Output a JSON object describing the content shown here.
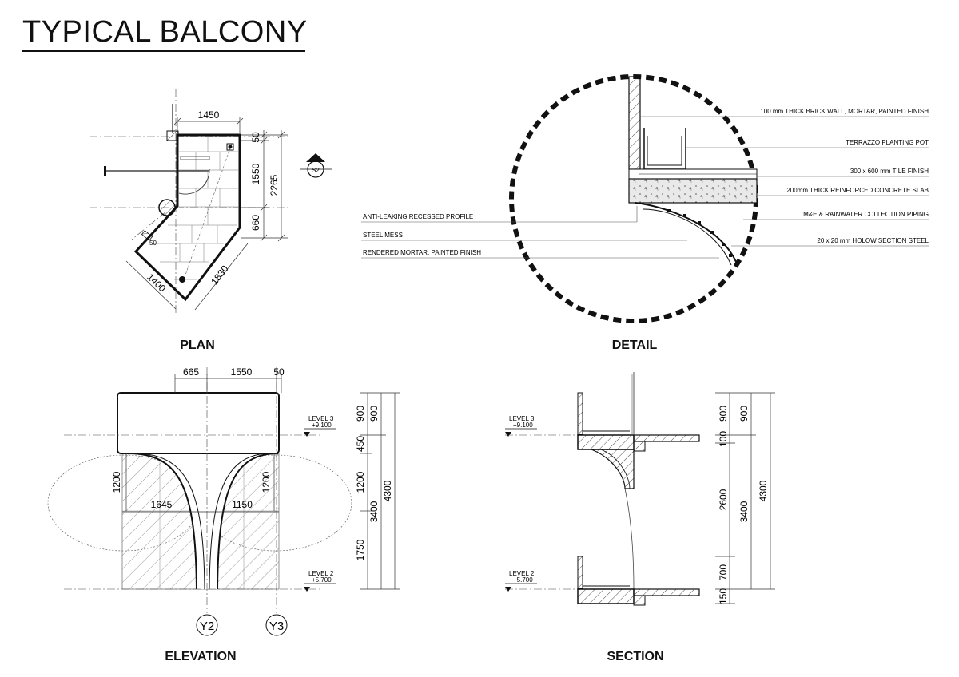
{
  "sheet": {
    "title": "TYPICAL BALCONY"
  },
  "views": {
    "plan": "PLAN",
    "detail": "DETAIL",
    "elevation": "ELEVATION",
    "section": "SECTION"
  },
  "plan": {
    "dims": {
      "top": "1450",
      "r1": "50",
      "r2": "1550",
      "r3": "660",
      "total": "2265",
      "d50": "50",
      "diag1": "1400",
      "diag2": "1830"
    },
    "section_marker": "S2"
  },
  "detail": {
    "notes_right": [
      "100 mm THICK BRICK WALL, MORTAR, PAINTED FINISH",
      "TERRAZZO PLANTING POT",
      "300 x 600 mm TILE FINISH",
      "200mm THICK REINFORCED CONCRETE SLAB",
      "M&E & RAINWATER COLLECTION PIPING",
      "20 x 20 mm HOLOW SECTION STEEL"
    ],
    "notes_left": [
      "ANTI-LEAKING RECESSED PROFILE",
      "STEEL MESS",
      "RENDERED MORTAR, PAINTED FINISH"
    ]
  },
  "elevation": {
    "dims_top": [
      "665",
      "1550",
      "50"
    ],
    "dim_1645": "1645",
    "dim_1150": "1150",
    "dim_1200_left": "1200",
    "dim_1200_right": "1200",
    "chain1": [
      "900",
      "450",
      "1200",
      "1750"
    ],
    "chain2": [
      "900",
      "3400"
    ],
    "chain3": [
      "4300"
    ],
    "level3": {
      "label": "LEVEL 3",
      "value": "+9.100"
    },
    "level2": {
      "label": "LEVEL 2",
      "value": "+5.700"
    },
    "grid": [
      "Y2",
      "Y3"
    ]
  },
  "section": {
    "chain1": [
      "900",
      "100",
      "2600",
      "700",
      "150"
    ],
    "chain2": [
      "900",
      "3400"
    ],
    "chain3": [
      "4300"
    ],
    "level3": {
      "label": "LEVEL 3",
      "value": "+9.100"
    },
    "level2": {
      "label": "LEVEL 2",
      "value": "+5.700"
    }
  }
}
